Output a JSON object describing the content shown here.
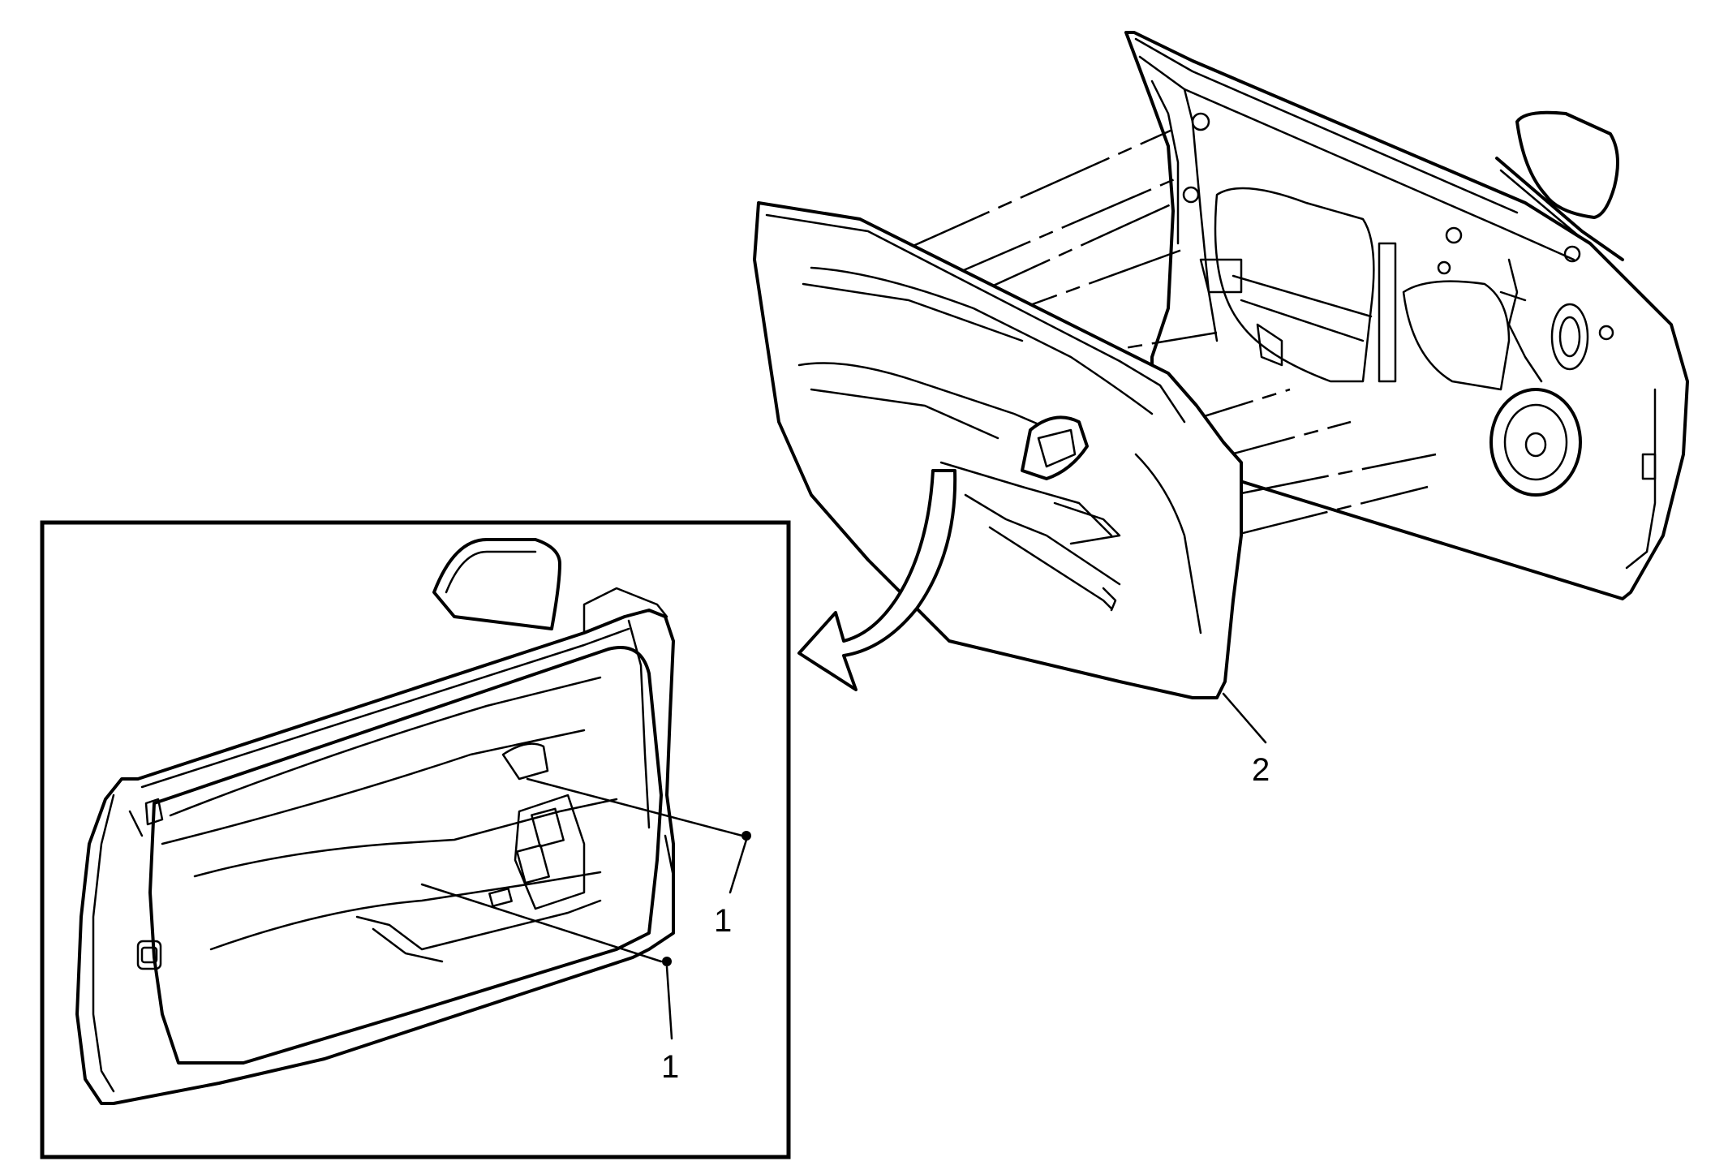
{
  "callouts": {
    "label_2": "2",
    "label_1_upper": "1",
    "label_1_lower": "1"
  },
  "icons": {
    "removal_arrow": "curved-arrow-icon",
    "fastener": "screw-icon"
  }
}
